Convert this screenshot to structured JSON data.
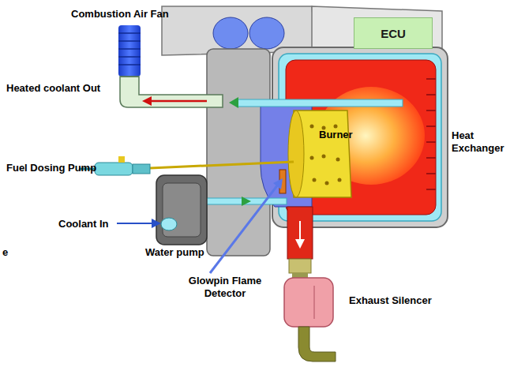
{
  "diagram": {
    "nodes": [
      {
        "text": [
          "ECU"
        ]
      }
    ],
    "labels": [
      "Combustion Air Fan",
      "Heated coolant Out",
      "Burner",
      "Heat Exchanger",
      "Fuel Dosing Pump",
      "Coolant In",
      "Water pump",
      "Glowpin Flame Detector",
      "Exhaust Silencer",
      "e"
    ]
  }
}
